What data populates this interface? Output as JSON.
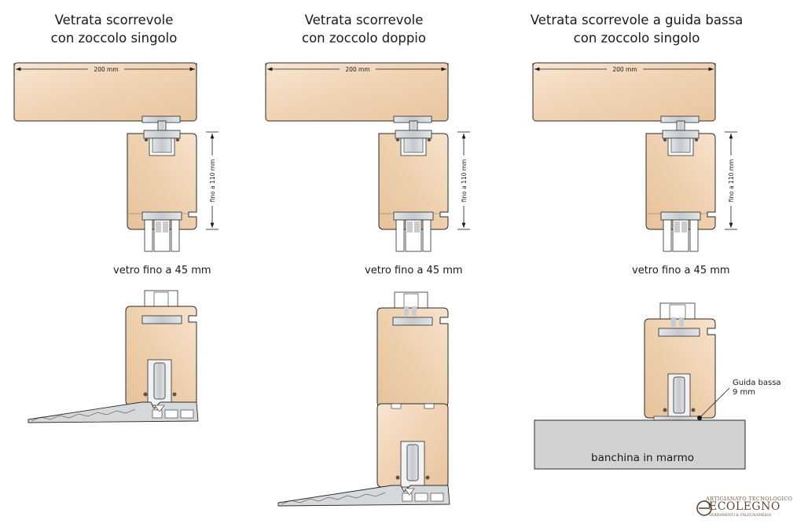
{
  "columns": [
    {
      "title_line1": "Vetrata scorrevole",
      "title_line2": "con zoccolo singolo"
    },
    {
      "title_line1": "Vetrata scorrevole",
      "title_line2": "con zoccolo doppio"
    },
    {
      "title_line1": "Vetrata scorrevole a guida bassa",
      "title_line2": "con zoccolo singolo"
    }
  ],
  "rail_width_label": "200 mm",
  "height_label": "fino a 110 mm",
  "glass_label": "vetro fino a 45 mm",
  "guide_label_line1": "Guida bassa",
  "guide_label_line2": "9 mm",
  "marble_label": "banchina in marmo",
  "logo": {
    "top": "ARTIGIANATO TECNOLOGICO",
    "main": "ECOLEGNO",
    "sub": "SERRAMENTI & FALEGNAMERIA"
  },
  "colors": {
    "wood_light": "#f6e2cb",
    "wood_dark": "#e9c7a2",
    "metal": "#cfd3d6",
    "marble": "#d2d2d2",
    "outline": "#2a2a2a"
  }
}
